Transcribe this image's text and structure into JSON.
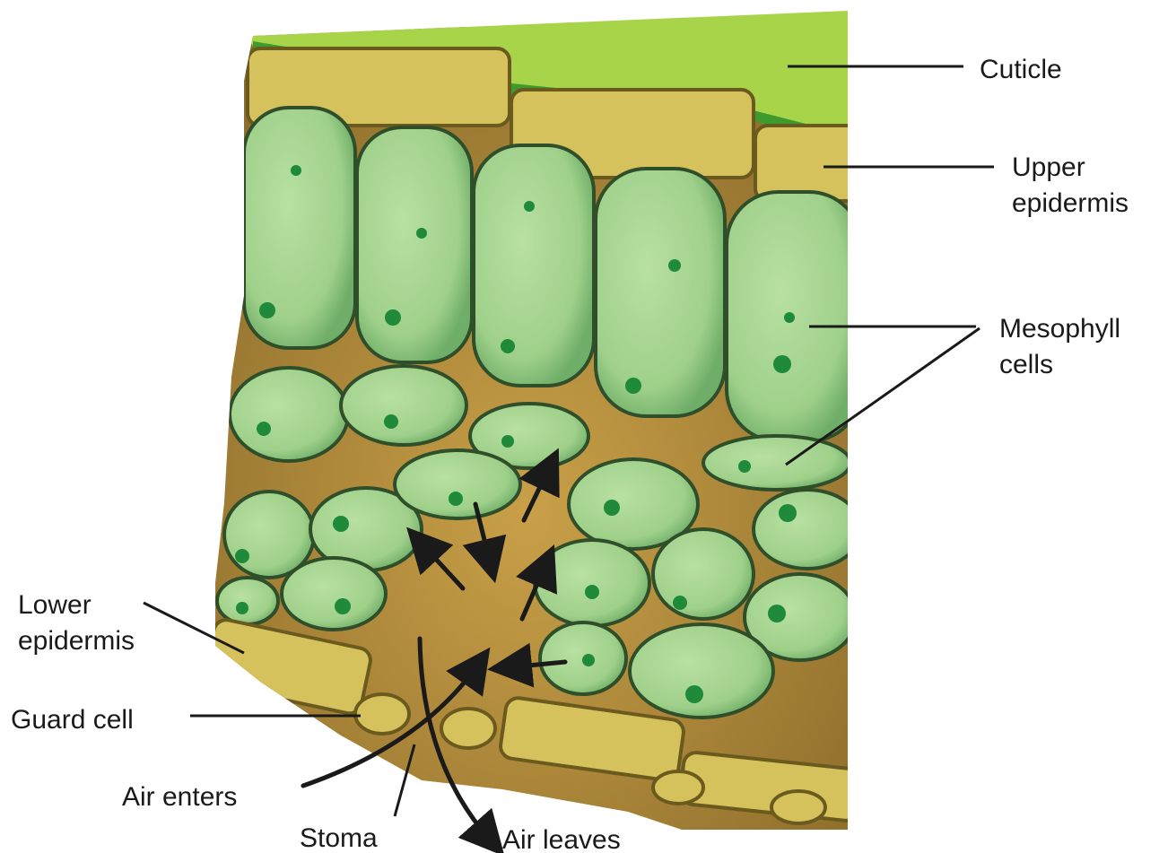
{
  "labels": {
    "cuticle": "Cuticle",
    "upper_epidermis_1": "Upper",
    "upper_epidermis_2": "epidermis",
    "mesophyll_1": "Mesophyll",
    "mesophyll_2": "cells",
    "lower_epidermis_1": "Lower",
    "lower_epidermis_2": "epidermis",
    "guard_cell": "Guard cell",
    "air_enters": "Air enters",
    "stoma": "Stoma",
    "air_leaves": "Air leaves"
  },
  "colors": {
    "cuticle": "#a8d44a",
    "cuticle_edge": "#3f9a2e",
    "epidermis": "#d6c25c",
    "epidermis_edge": "#6b5a1e",
    "mesophyll": "#9fd08a",
    "mesophyll_shade": "#5f9a5a",
    "cell_outline": "#2f4f2a",
    "chloroplast": "#1f8a3a",
    "air_space": "#a8823c",
    "arrow": "#1a1a1a"
  }
}
